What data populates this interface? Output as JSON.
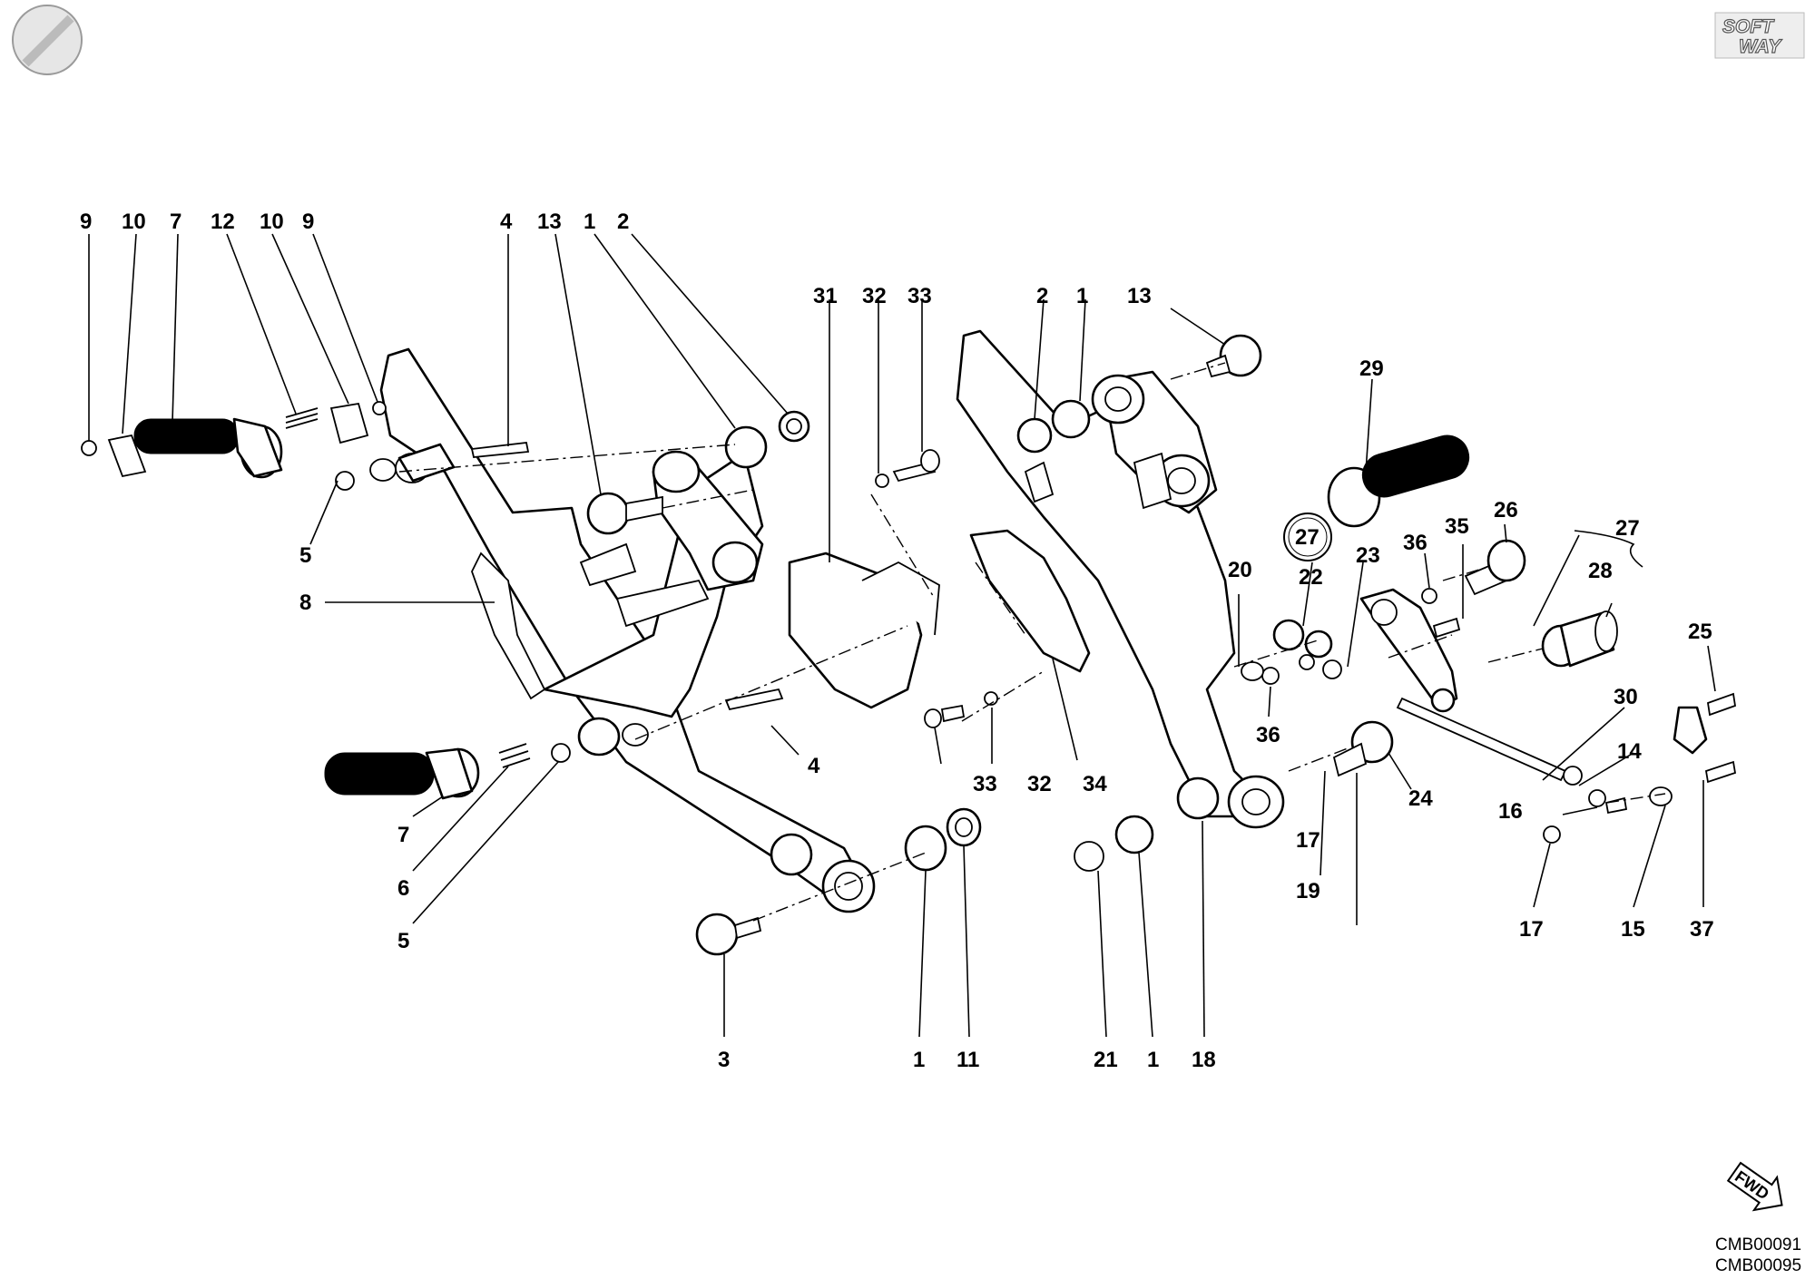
{
  "logo": {
    "line1": "SOFT",
    "line2": "WAY"
  },
  "fwd_label": "FWD",
  "codes": [
    "CMB00091",
    "CMB00095"
  ],
  "callouts": {
    "left_top": [
      "9",
      "10",
      "7",
      "12",
      "10",
      "9",
      "4",
      "13",
      "1",
      "2"
    ],
    "center_top": [
      "31",
      "32",
      "33",
      "2",
      "1",
      "13"
    ],
    "right_top": [
      "29",
      "27",
      "22",
      "20",
      "23",
      "36",
      "35",
      "26",
      "27",
      "28",
      "25"
    ],
    "left_side": [
      "5",
      "8",
      "7",
      "6",
      "5",
      "4"
    ],
    "center_mid": [
      "33",
      "32",
      "34",
      "36",
      "17",
      "19",
      "24",
      "30",
      "14",
      "16",
      "17",
      "15",
      "37"
    ],
    "bottom": [
      "3",
      "1",
      "11",
      "21",
      "1",
      "18"
    ]
  }
}
